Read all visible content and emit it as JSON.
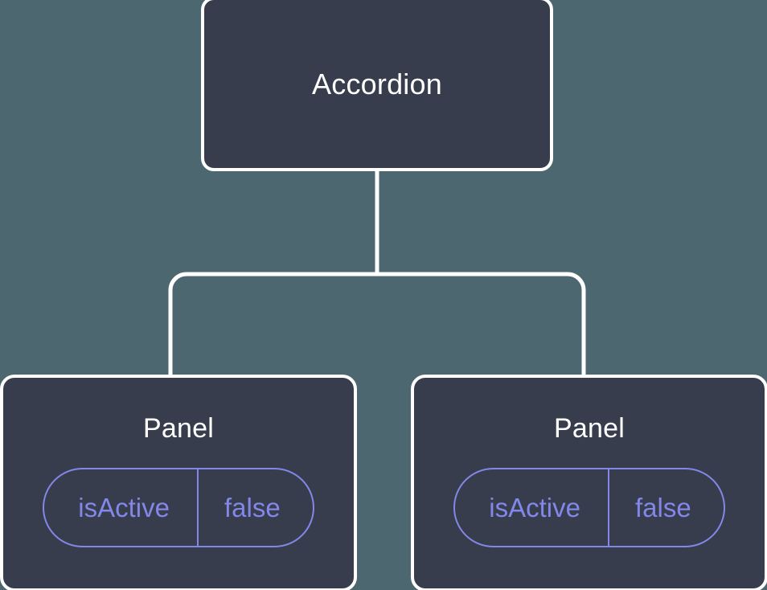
{
  "canvas": {
    "background_color": "#4d6770",
    "node_fill_color": "#373d4d",
    "node_border_color": "#ffffff",
    "connector_color": "#ffffff",
    "prop_accent_color": "#8287e8",
    "title_color": "#ffffff"
  },
  "tree": {
    "root": {
      "title": "Accordion"
    },
    "children": [
      {
        "title": "Panel",
        "props": [
          {
            "key": "isActive",
            "value": "false"
          }
        ]
      },
      {
        "title": "Panel",
        "props": [
          {
            "key": "isActive",
            "value": "false"
          }
        ]
      }
    ]
  }
}
